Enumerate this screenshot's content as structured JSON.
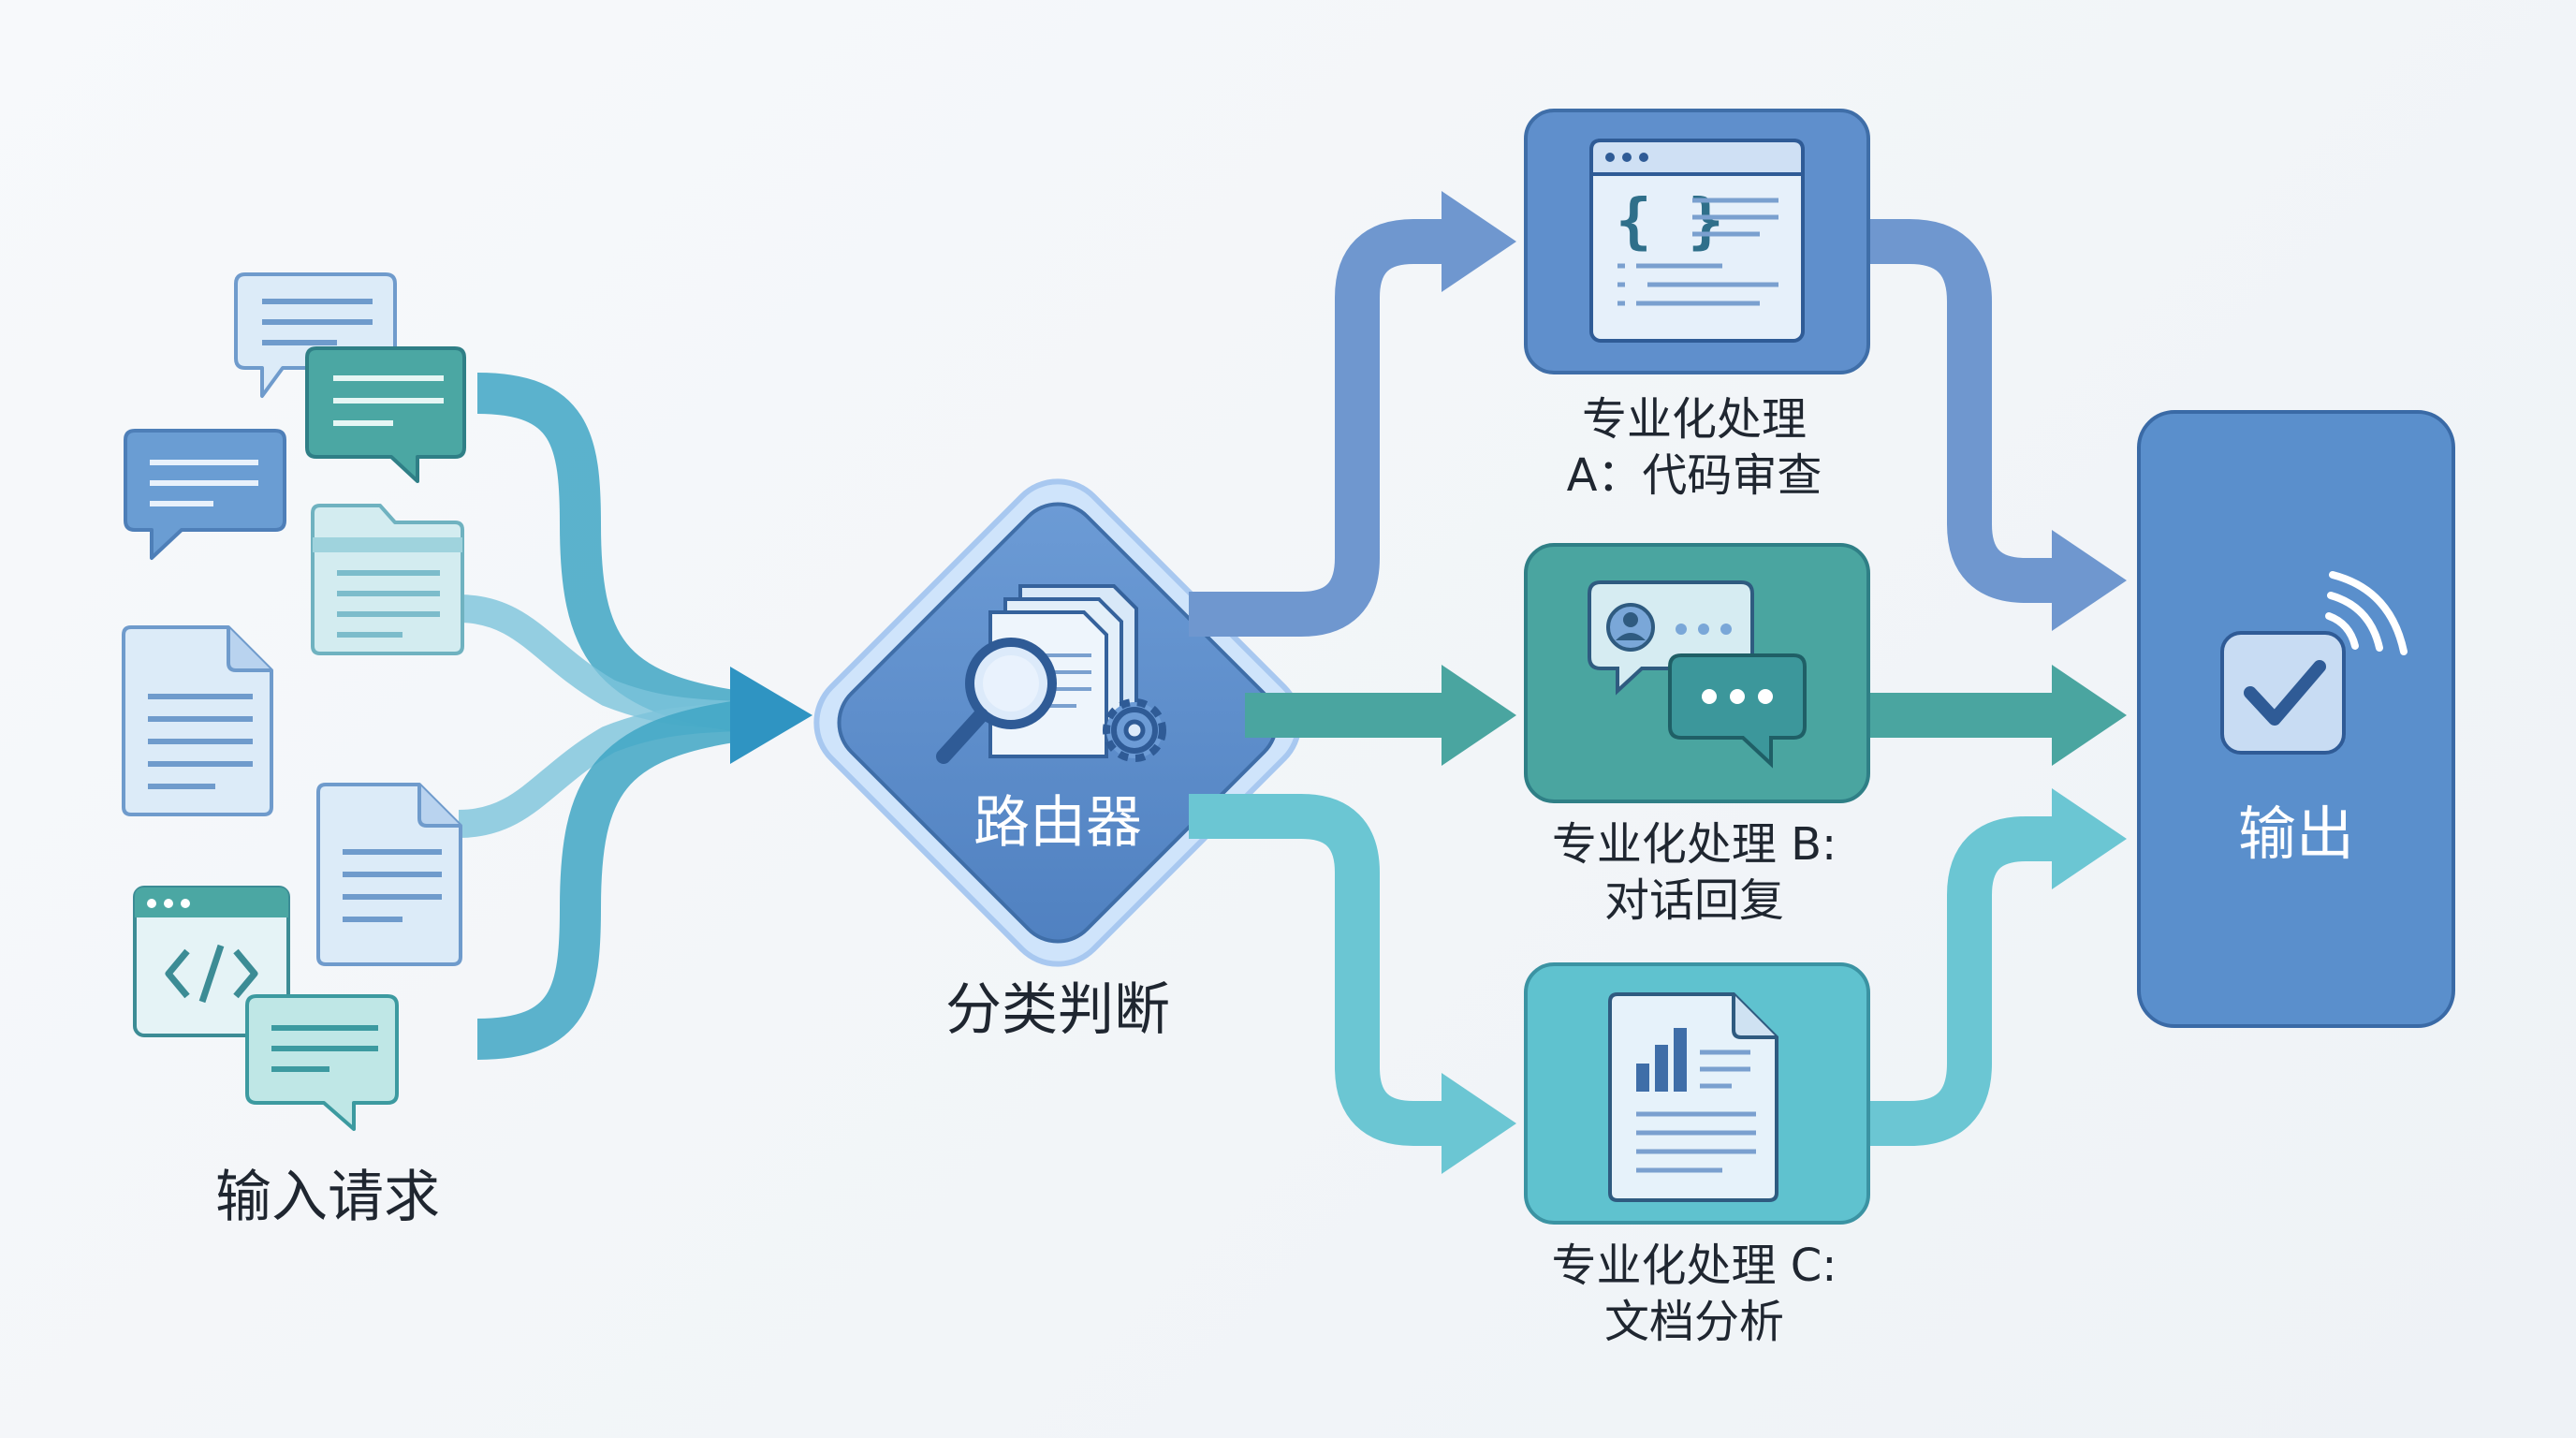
{
  "diagram": {
    "input_label": "输入请求",
    "router_label": "路由器",
    "classify_label": "分类判断",
    "processors": [
      {
        "line1": "专业化处理",
        "line2": "A：代码审查"
      },
      {
        "line1": "专业化处理 B:",
        "line2": "对话回复"
      },
      {
        "line1": "专业化处理 C:",
        "line2": "文档分析"
      }
    ],
    "output_label": "输出"
  },
  "colors": {
    "blue": "#5b8dc9",
    "teal": "#4aa5a0",
    "cyan": "#67c3d3",
    "flow_main": "#3a9bc4",
    "output_box": "#5a8fcc",
    "router": "#5b8dc9",
    "light_panel": "#dcebf8",
    "text": "#1f2630"
  },
  "icons": [
    "chat-bubble-icon",
    "folder-icon",
    "document-icon",
    "code-window-icon",
    "magnifier-icon",
    "gear-icon",
    "code-editor-icon",
    "chat-user-icon",
    "chart-document-icon",
    "checkmark-icon",
    "signal-waves-icon"
  ]
}
